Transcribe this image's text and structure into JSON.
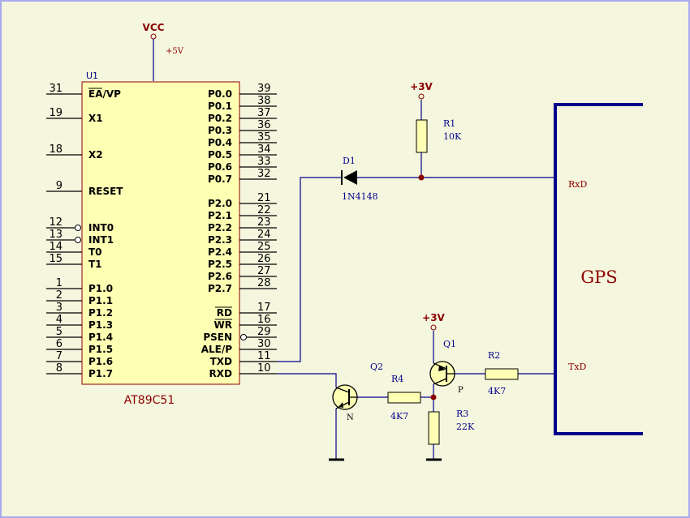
{
  "colors": {
    "background": "#f5f6de",
    "frame": "#a9a9ef",
    "wire": "#00008b",
    "chip_fill": "#ffffb3",
    "chip_stroke": "#8b0000",
    "designator": "#00008b",
    "value_text": "#8b0000",
    "junction": "#8b0000"
  },
  "power": {
    "vcc_label": "VCC",
    "vcc_value": "+5V",
    "v3_label_1": "+3V",
    "v3_label_2": "+3V"
  },
  "mcu": {
    "ref": "U1",
    "part": "AT89C51",
    "left_pins": [
      {
        "num": "31",
        "name": "EA/VP"
      },
      {
        "num": "19",
        "name": "X1"
      },
      {
        "num": "18",
        "name": "X2"
      },
      {
        "num": "9",
        "name": "RESET"
      },
      {
        "num": "12",
        "name": "INT0"
      },
      {
        "num": "13",
        "name": "INT1"
      },
      {
        "num": "14",
        "name": "T0"
      },
      {
        "num": "15",
        "name": "T1"
      },
      {
        "num": "1",
        "name": "P1.0"
      },
      {
        "num": "2",
        "name": "P1.1"
      },
      {
        "num": "3",
        "name": "P1.2"
      },
      {
        "num": "4",
        "name": "P1.3"
      },
      {
        "num": "5",
        "name": "P1.4"
      },
      {
        "num": "6",
        "name": "P1.5"
      },
      {
        "num": "7",
        "name": "P1.6"
      },
      {
        "num": "8",
        "name": "P1.7"
      }
    ],
    "right_pins": [
      {
        "num": "39",
        "name": "P0.0"
      },
      {
        "num": "38",
        "name": "P0.1"
      },
      {
        "num": "37",
        "name": "P0.2"
      },
      {
        "num": "36",
        "name": "P0.3"
      },
      {
        "num": "35",
        "name": "P0.4"
      },
      {
        "num": "34",
        "name": "P0.5"
      },
      {
        "num": "33",
        "name": "P0.6"
      },
      {
        "num": "32",
        "name": "P0.7"
      },
      {
        "num": "21",
        "name": "P2.0"
      },
      {
        "num": "22",
        "name": "P2.1"
      },
      {
        "num": "23",
        "name": "P2.2"
      },
      {
        "num": "24",
        "name": "P2.3"
      },
      {
        "num": "25",
        "name": "P2.4"
      },
      {
        "num": "26",
        "name": "P2.5"
      },
      {
        "num": "27",
        "name": "P2.6"
      },
      {
        "num": "28",
        "name": "P2.7"
      },
      {
        "num": "17",
        "name": "RD"
      },
      {
        "num": "16",
        "name": "WR"
      },
      {
        "num": "29",
        "name": "PSEN"
      },
      {
        "num": "30",
        "name": "ALE/P"
      },
      {
        "num": "11",
        "name": "TXD"
      },
      {
        "num": "10",
        "name": "RXD"
      }
    ]
  },
  "components": {
    "r1_ref": "R1",
    "r1_value": "10K",
    "d1_ref": "D1",
    "d1_value": "1N4148",
    "q1_ref": "Q1",
    "q1_type": "P",
    "q2_ref": "Q2",
    "q2_type": "N",
    "r2_ref": "R2",
    "r2_value": "4K7",
    "r3_ref": "R3",
    "r3_value": "22K",
    "r4_ref": "R4",
    "r4_value": "4K7"
  },
  "gps": {
    "title": "GPS",
    "rxd_label": "RxD",
    "txd_label": "TxD"
  }
}
